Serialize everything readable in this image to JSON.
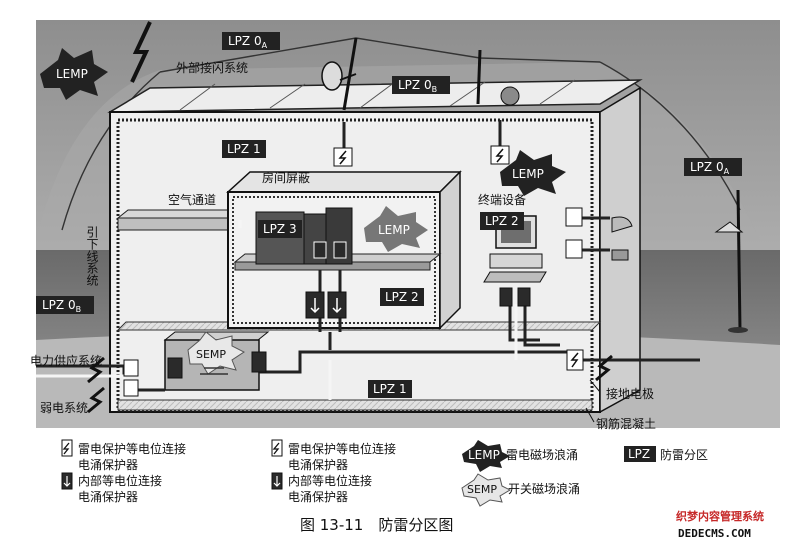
{
  "zones": {
    "lpz0a_top": {
      "main": "LPZ 0",
      "sub": "A"
    },
    "lpz0b_top": {
      "main": "LPZ 0",
      "sub": "B"
    },
    "lpz0a_right": {
      "main": "LPZ 0",
      "sub": "A"
    },
    "lpz0b_left": {
      "main": "LPZ 0",
      "sub": "B"
    },
    "lpz1_upper": "LPZ 1",
    "lpz1_lower": "LPZ 1",
    "lpz2_room": "LPZ 2",
    "lpz2_terminal": "LPZ 2",
    "lpz3": "LPZ 3"
  },
  "bursts": {
    "lemp_left": "LEMP",
    "lemp_mid": "LEMP",
    "lemp_room": "LEMP",
    "semp": "SEMP"
  },
  "labels": {
    "external_lps": "外部接闪系统",
    "air_duct": "空气通道",
    "room_shield": "房间屏蔽",
    "terminal": "终端设备",
    "down_conductor": "引下线系统",
    "power_supply": "电力供应系统",
    "weak_current": "弱电系统",
    "earth_electrode": "接地电极",
    "rebar_concrete": "钢筋混凝土"
  },
  "legend": {
    "item1_line1": "雷电保护等电位连接",
    "item1_line2": "电涌保护器",
    "item2_line1": "内部等电位连接",
    "item2_line2": "电涌保护器",
    "item3_line1": "雷电保护等电位连接",
    "item3_line2": "电涌保护器",
    "item4_line1": "内部等电位连接",
    "item4_line2": "电涌保护器",
    "item5_badge": "LEMP",
    "item5_text": "雷电磁场浪涌",
    "item6_badge": "SEMP",
    "item6_text": "开关磁场浪涌",
    "item7_badge": "LPZ",
    "item7_text": "防雷分区"
  },
  "caption": "图 13-11　防雷分区图",
  "watermark": {
    "line1": "织梦内容管理系统",
    "line2": "DEDECMS.COM"
  }
}
